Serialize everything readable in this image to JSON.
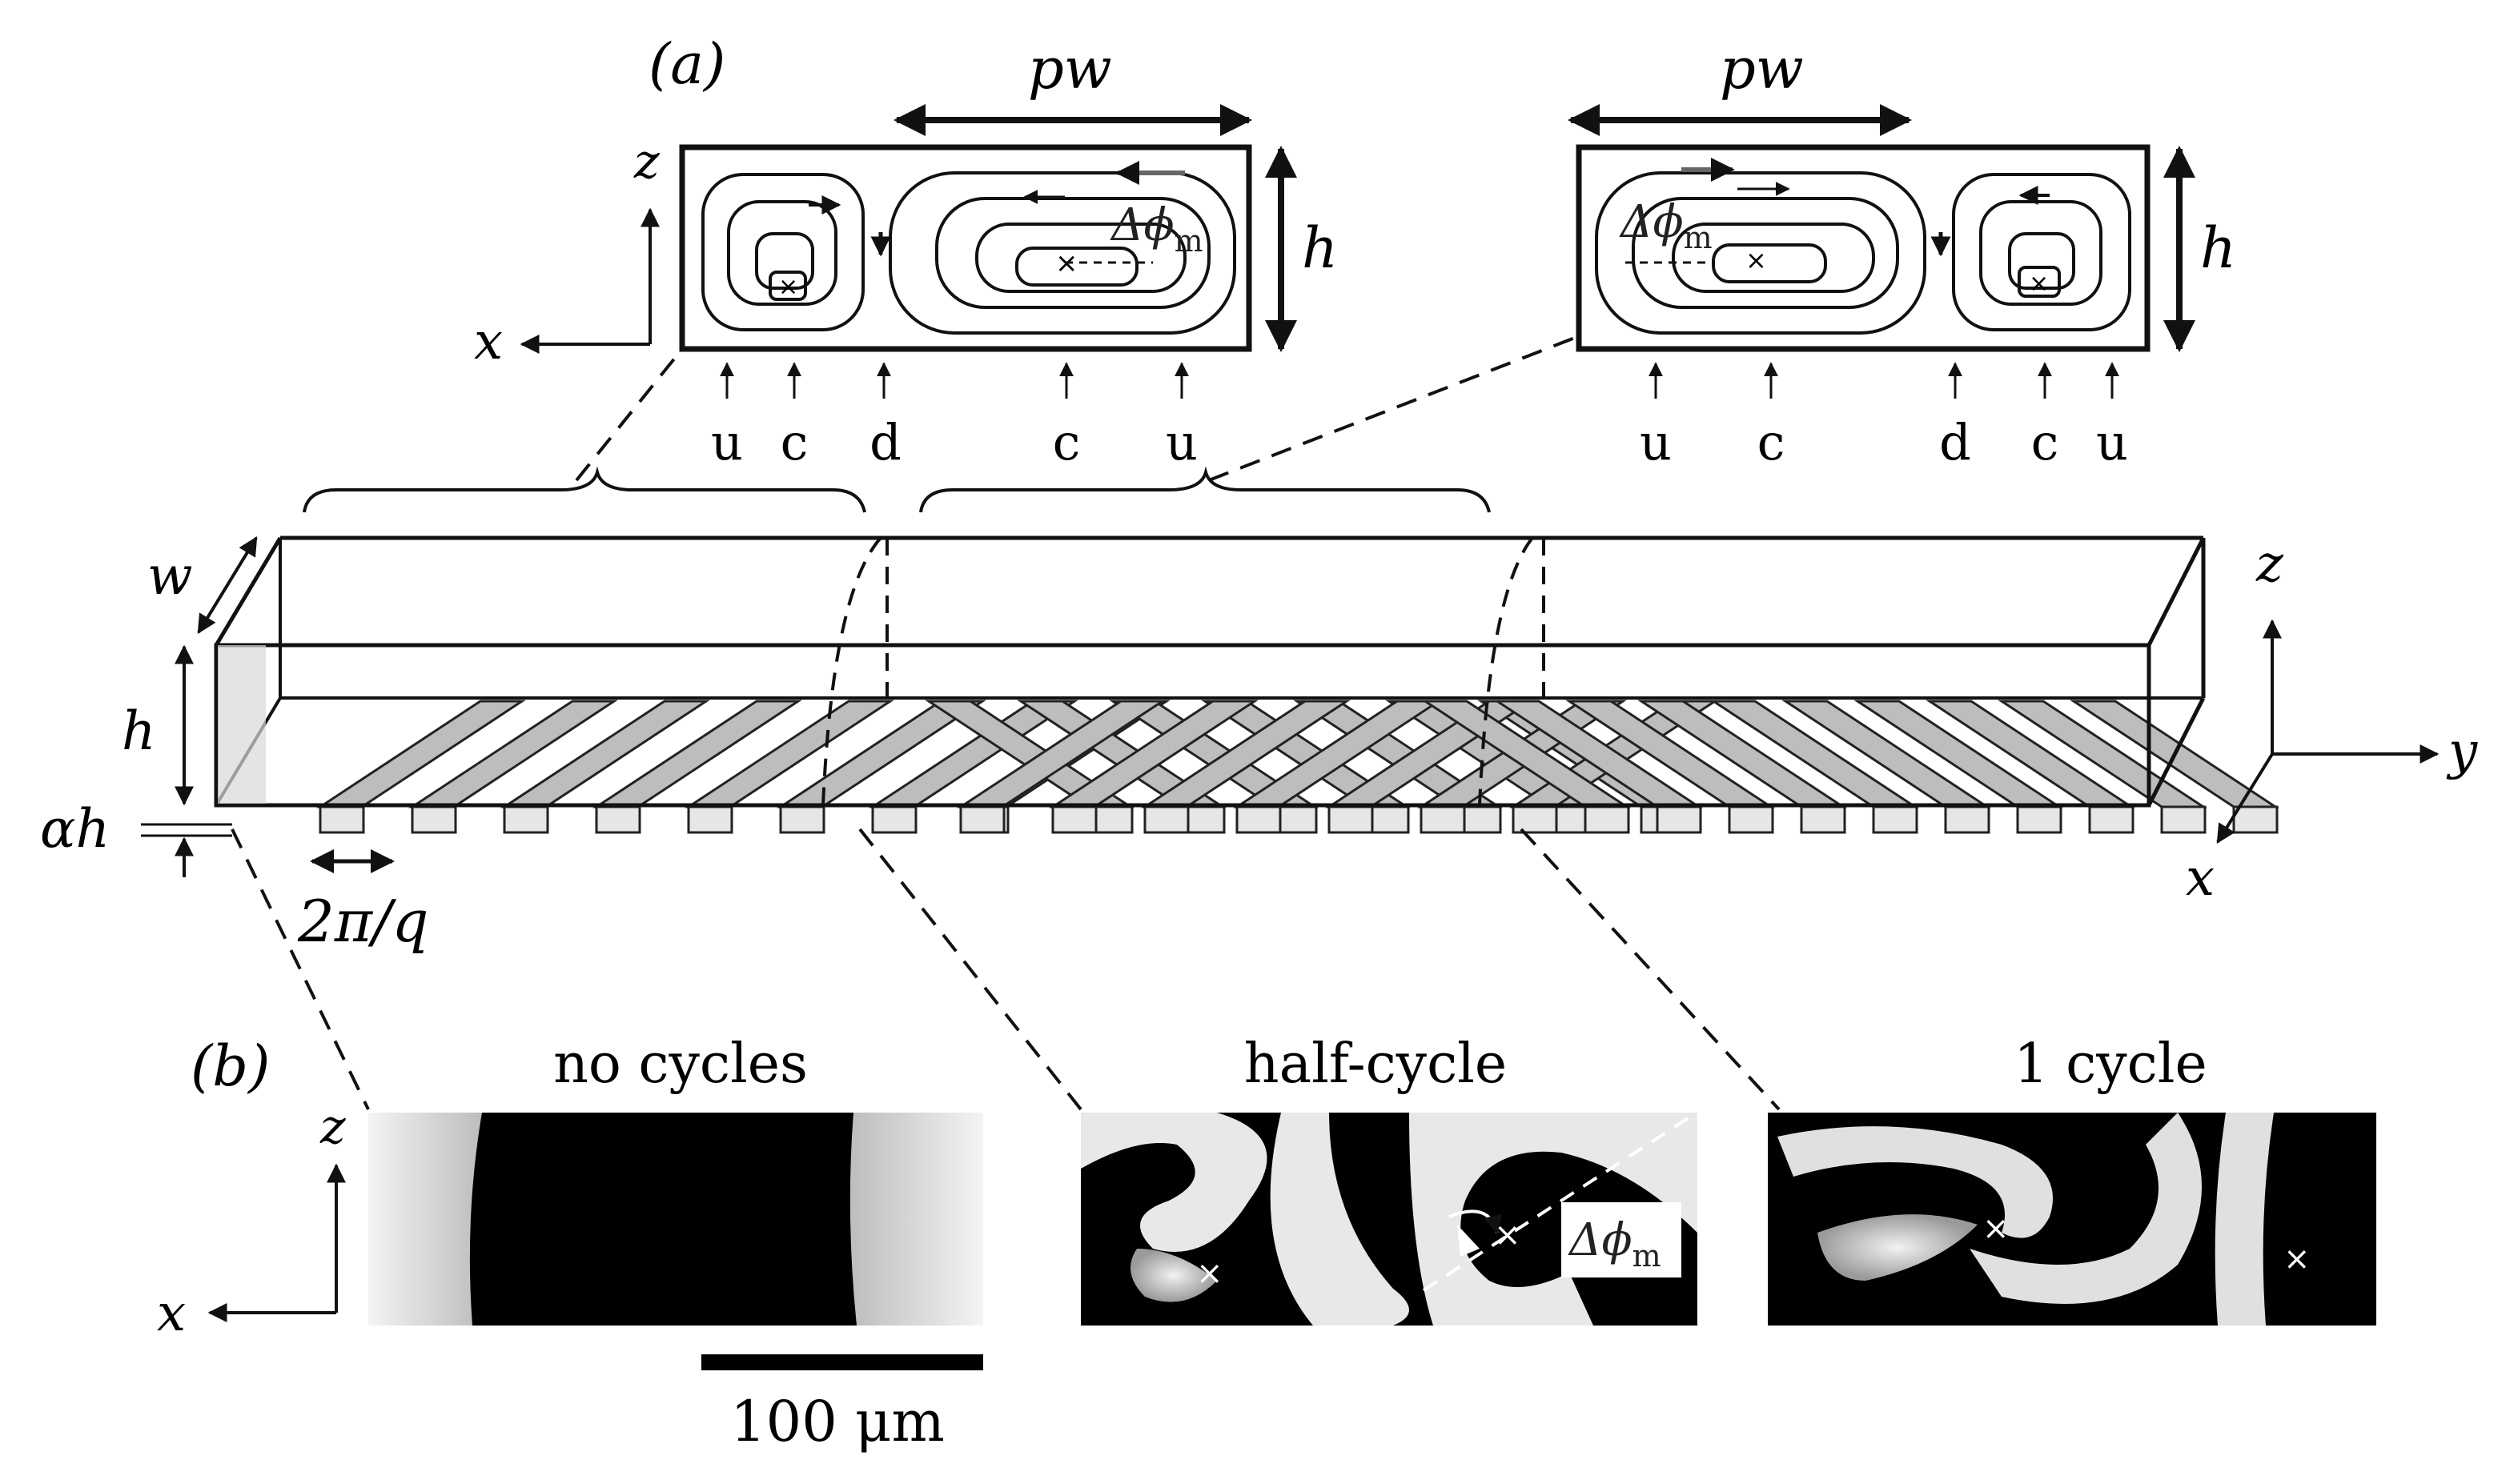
{
  "figure": {
    "panel_a_label": "(a)",
    "panel_b_label": "(b)",
    "inset_left": {
      "width_label": "pw",
      "height_label": "h",
      "phase_label": "Δϕ",
      "phase_sub": "m",
      "axis_z": "z",
      "axis_x": "x",
      "markers": [
        "u",
        "c",
        "d",
        "c",
        "u"
      ]
    },
    "inset_right": {
      "width_label": "pw",
      "height_label": "h",
      "phase_label": "Δϕ",
      "phase_sub": "m",
      "markers": [
        "u",
        "c",
        "d",
        "c",
        "u"
      ]
    },
    "channel": {
      "w_label": "w",
      "h_label": "h",
      "groove_depth_label": "αh",
      "period_label": "2π/q",
      "axis_z": "z",
      "axis_y": "y",
      "axis_x": "x"
    },
    "panel_b": {
      "axis_z": "z",
      "axis_x": "x",
      "images": [
        {
          "title": "no cycles"
        },
        {
          "title": "half-cycle",
          "phase_label": "Δϕ",
          "phase_sub": "m"
        },
        {
          "title": "1 cycle"
        }
      ],
      "scale_bar": "100 μm"
    },
    "colors": {
      "ink": "#111111",
      "groove_fill": "#bdbdbd",
      "image_dark": "#000000",
      "image_light": "#e6e6e6"
    }
  }
}
